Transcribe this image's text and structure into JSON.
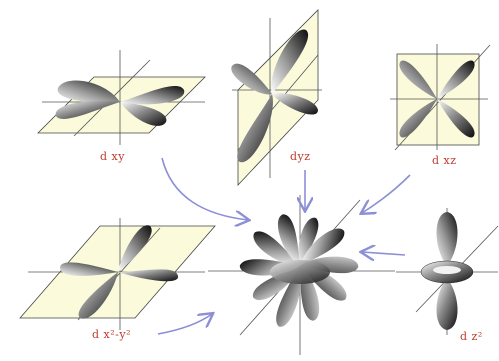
{
  "labels": {
    "dxy": "d xy",
    "dyz": "dyz",
    "dxz": "d xz",
    "dx2y2": "d x²-y²",
    "dz2": "d z²"
  },
  "colors": {
    "plane_fill": "#fbfbdc",
    "axis": "#555555",
    "arrow": "#8c8fd6",
    "label": "#c0392b",
    "lobe_dark": "#111111",
    "lobe_light": "#ffffff"
  }
}
